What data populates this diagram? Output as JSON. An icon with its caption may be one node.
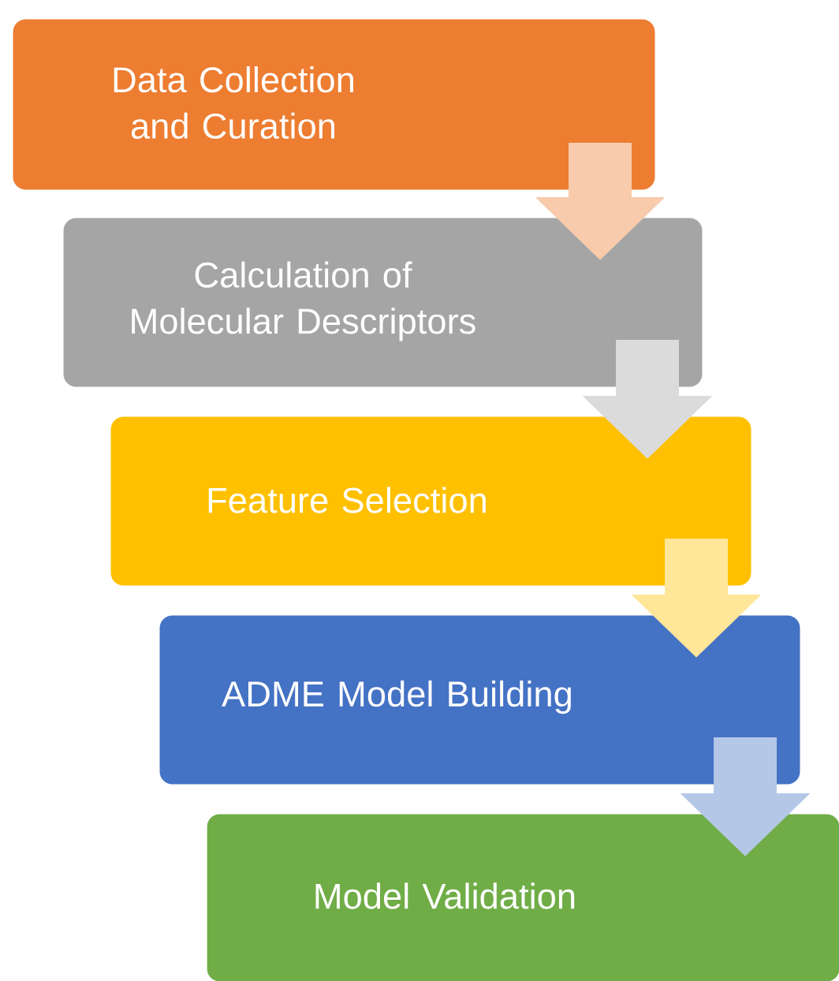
{
  "diagram": {
    "nodes": [
      {
        "text": [
          "Data Collection and Curation"
        ]
      },
      {
        "text": [
          "Calculation of Molecular Descriptors"
        ]
      },
      {
        "text": [
          "Feature Selection"
        ]
      },
      {
        "text": [
          "ADME Model Building"
        ]
      },
      {
        "text": [
          "Model Validation"
        ]
      }
    ],
    "edges": [
      {
        "from": 0,
        "to": 1,
        "arrow": "to",
        "color": "#f8cbad"
      },
      {
        "from": 1,
        "to": 2,
        "arrow": "to",
        "color": "#dbdbdb"
      },
      {
        "from": 2,
        "to": 3,
        "arrow": "to",
        "color": "#ffe699"
      },
      {
        "from": 3,
        "to": 4,
        "arrow": "to",
        "color": "#b4c7e7"
      }
    ]
  }
}
